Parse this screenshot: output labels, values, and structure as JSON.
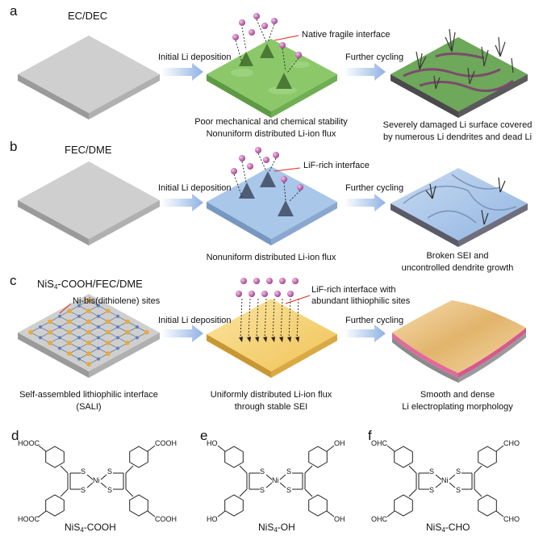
{
  "panels": {
    "a": {
      "letter": "a",
      "electrolyte": "EC/DEC",
      "step1": "Initial Li deposition",
      "step2": "Further cycling",
      "annotation": "Native fragile interface",
      "caption_mid": [
        "Poor mechanical and chemical stability",
        "Nonuniform distributed Li-ion flux"
      ],
      "caption_right": [
        "Severely damaged Li surface covered",
        "by numerous Li dendrites and dead Li"
      ]
    },
    "b": {
      "letter": "b",
      "electrolyte": "FEC/DME",
      "step1": "Initial Li deposition",
      "step2": "Further cycling",
      "annotation": "LiF-rich interface",
      "caption_mid": [
        "Nonuniform distributed Li-ion flux"
      ],
      "caption_right": [
        "Broken SEI and",
        "uncontrolled dendrite growth"
      ]
    },
    "c": {
      "letter": "c",
      "electrolyte_main": "NiS",
      "electrolyte_sub": "4",
      "electrolyte_rest": "-COOH/FEC/DME",
      "step1": "Initial Li deposition",
      "step2": "Further cycling",
      "annotation_left": "Ni-bis(dithiolene) sites",
      "annotation": [
        "LiF-rich interface with",
        "abundant lithiophilic sites"
      ],
      "caption_left": [
        "Self-assembled lithiophilic interface",
        "(SALI)"
      ],
      "caption_mid": [
        "Uniformly distributed Li-ion flux",
        "through stable SEI"
      ],
      "caption_right": [
        "Smooth and dense",
        "Li electroplating morphology"
      ]
    }
  },
  "molecules": [
    {
      "letter": "d",
      "group": "COOH",
      "name_main": "NiS",
      "name_sub": "4",
      "name_rest": "-COOH",
      "left_top": "HOOC",
      "left_bottom": "HOOC",
      "right_top": "COOH",
      "right_bottom": "COOH"
    },
    {
      "letter": "e",
      "group": "OH",
      "name_main": "NiS",
      "name_sub": "4",
      "name_rest": "-OH",
      "left_top": "HO",
      "left_bottom": "HO",
      "right_top": "OH",
      "right_bottom": "OH"
    },
    {
      "letter": "f",
      "group": "CHO",
      "name_main": "NiS",
      "name_sub": "4",
      "name_rest": "-CHO",
      "left_top": "OHC",
      "left_bottom": "OHC",
      "right_top": "CHO",
      "right_bottom": "CHO"
    }
  ],
  "atoms": {
    "S": "S",
    "Ni": "Ni"
  },
  "colors": {
    "foil": "#c8c8c8",
    "green_sei": "#8fcf6a",
    "blue_sei": "#a8c6e8",
    "yellow_sei": "#f5cf6a",
    "li_ion": "#c45aa8",
    "arrow": "#9dbde6",
    "callout": "#e0281e"
  }
}
